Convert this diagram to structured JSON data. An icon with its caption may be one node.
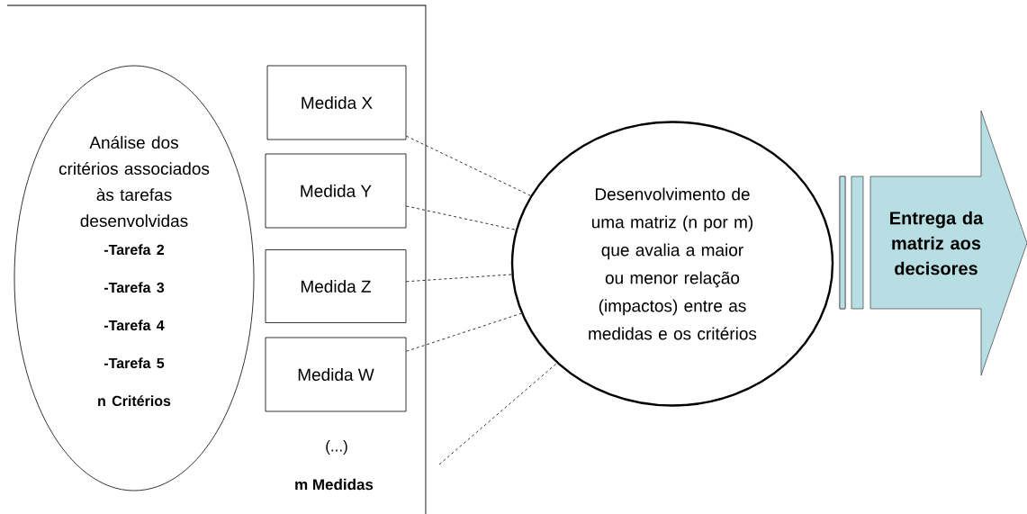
{
  "diagram": {
    "nodes": [
      {
        "text": [
          "Análise dos critérios associados às tarefas desenvolvidas",
          "-Tarefa 2",
          "-Tarefa 3",
          "-Tarefa 4",
          "-Tarefa 5",
          "n Critérios"
        ]
      },
      {
        "text": [
          "Medida X"
        ]
      },
      {
        "text": [
          "Medida Y"
        ]
      },
      {
        "text": [
          "Medida Z"
        ]
      },
      {
        "text": [
          "Medida W"
        ]
      },
      {
        "text": [
          "Desenvolvimento de uma matriz (n por m) que avalia a maior ou menor relação (impactos) entre as medidas e os critérios"
        ]
      },
      {
        "text": [
          "Entrega da matriz aos decisores"
        ]
      }
    ],
    "edges": [
      {
        "from": 1,
        "to": 5,
        "arrow": "none",
        "style": "dashed"
      },
      {
        "from": 2,
        "to": 5,
        "arrow": "none",
        "style": "dashed"
      },
      {
        "from": 3,
        "to": 5,
        "arrow": "none",
        "style": "dashed"
      },
      {
        "from": 4,
        "to": 5,
        "arrow": "none",
        "style": "dashed"
      },
      {
        "from": null,
        "to": 5,
        "arrow": "none",
        "style": "dashed"
      }
    ],
    "labels": [
      "(...)",
      "m Medidas"
    ]
  }
}
